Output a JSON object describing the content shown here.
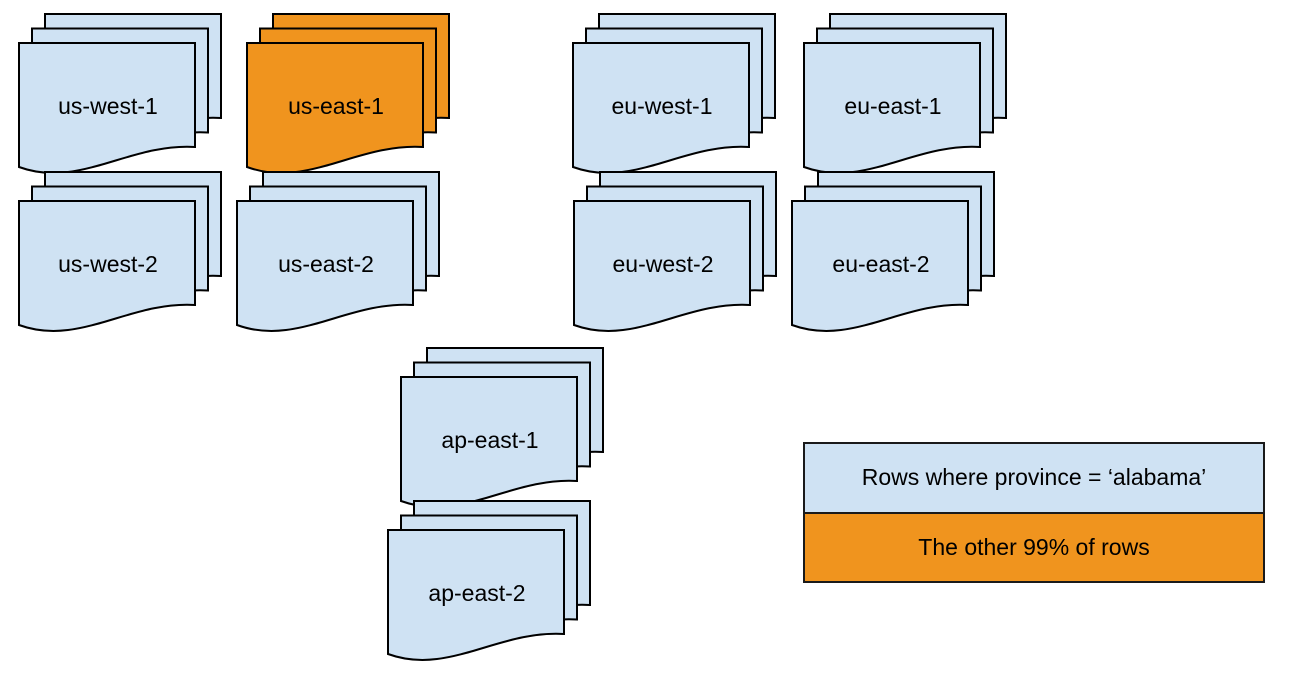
{
  "diagram": {
    "description": "Document stacks per region with highlighted skewed partition",
    "stacks": [
      {
        "label": "us-west-1",
        "fill": "#cfe2f3"
      },
      {
        "label": "us-east-1",
        "fill": "#f0941e"
      },
      {
        "label": "eu-west-1",
        "fill": "#cfe2f3"
      },
      {
        "label": "eu-east-1",
        "fill": "#cfe2f3"
      },
      {
        "label": "us-west-2",
        "fill": "#cfe2f3"
      },
      {
        "label": "us-east-2",
        "fill": "#cfe2f3"
      },
      {
        "label": "eu-west-2",
        "fill": "#cfe2f3"
      },
      {
        "label": "eu-east-2",
        "fill": "#cfe2f3"
      },
      {
        "label": "ap-east-1",
        "fill": "#cfe2f3"
      },
      {
        "label": "ap-east-2",
        "fill": "#cfe2f3"
      }
    ],
    "legend": {
      "items": [
        {
          "label": "Rows where province = ‘alabama’",
          "color": "#cfe2f3"
        },
        {
          "label": "The other 99% of rows",
          "color": "#f0941e"
        }
      ]
    },
    "colors": {
      "document_blue": "#cfe2f3",
      "highlight_orange": "#f0941e",
      "outline": "#000000",
      "background": "#ffffff"
    }
  }
}
